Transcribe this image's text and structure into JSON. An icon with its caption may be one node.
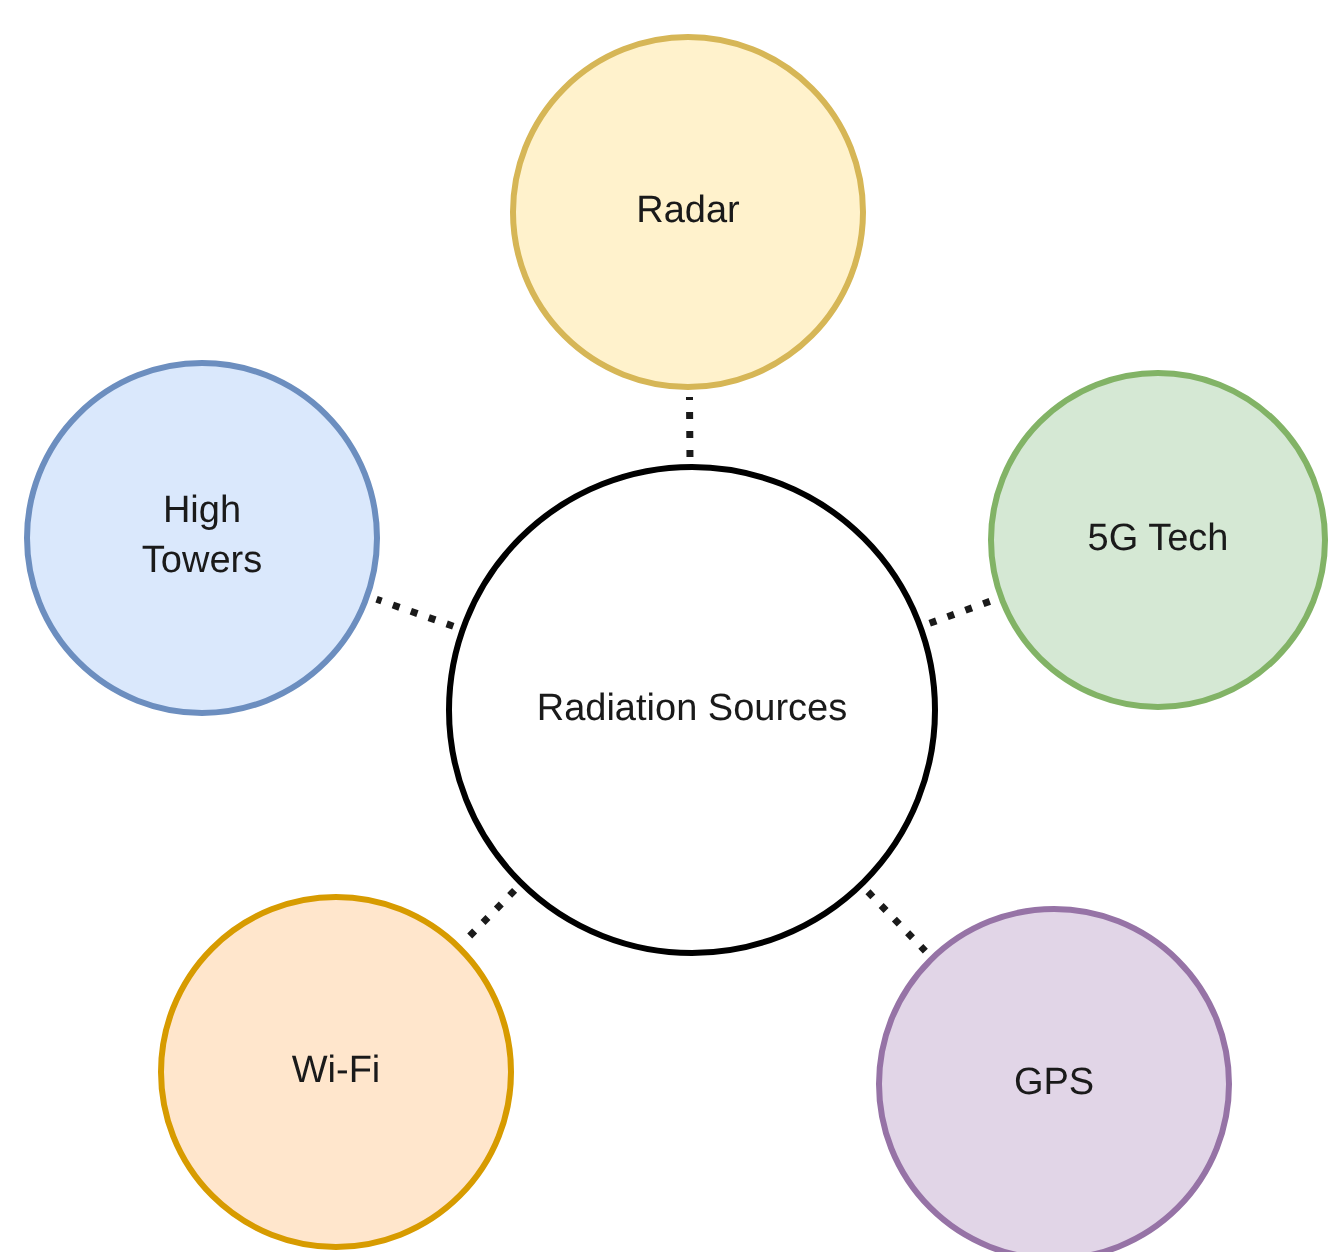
{
  "diagram": {
    "nodes": [
      {
        "text": [
          "Radiation Sources"
        ]
      },
      {
        "text": [
          "Radar"
        ]
      },
      {
        "text": [
          "High Towers"
        ]
      },
      {
        "text": [
          "5G Tech"
        ]
      },
      {
        "text": [
          "Wi-Fi"
        ]
      },
      {
        "text": [
          "GPS"
        ]
      }
    ],
    "edges": [
      {
        "from": 0,
        "to": 1,
        "arrow": "none",
        "style": "dashed"
      },
      {
        "from": 0,
        "to": 2,
        "arrow": "none",
        "style": "dashed"
      },
      {
        "from": 0,
        "to": 3,
        "arrow": "none",
        "style": "dashed"
      },
      {
        "from": 0,
        "to": 4,
        "arrow": "none",
        "style": "dashed"
      },
      {
        "from": 0,
        "to": 5,
        "arrow": "none",
        "style": "dashed"
      }
    ]
  }
}
